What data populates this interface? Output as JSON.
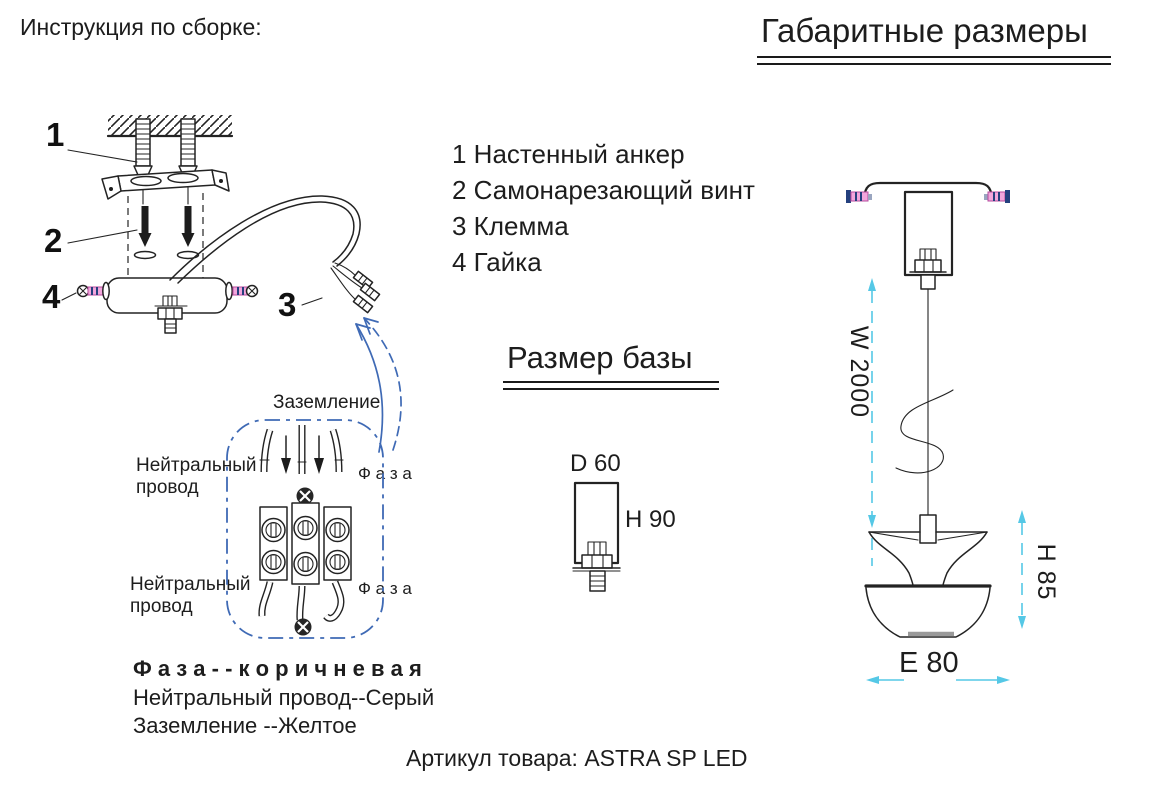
{
  "page": {
    "instruction_title": "Инструкция по сборке:",
    "dimensions_title": "Габаритные размеры",
    "article_text": "Артикул товара: ASTRA SP LED"
  },
  "assembly": {
    "callout_1": "1",
    "callout_2": "2",
    "callout_3": "3",
    "callout_4": "4"
  },
  "parts_list": {
    "items": [
      "1 Настенный анкер",
      "2 Самонарезающий винт",
      "3 Клемма",
      "4 Гайка"
    ]
  },
  "wiring": {
    "ground_label": "Заземление",
    "neutral_top": "Нейтральный провод",
    "phase_top": "Ф а з а",
    "neutral_bottom": "Нейтральный провод",
    "phase_bottom": "Ф а з а",
    "legend_phase": "Ф а з а - - к о р и ч н е в а я",
    "legend_neutral": "Нейтральный провод--Серый",
    "legend_ground": "Заземление --Желтое"
  },
  "base_size": {
    "title": "Размер базы",
    "diameter_label": "D 60",
    "height_label": "H 90"
  },
  "overall_dims": {
    "wire_label": "W 2000",
    "height_label": "H 85",
    "width_label": "E 80"
  },
  "colors": {
    "line": "#232323",
    "dimension_cyan": "#55c8e6",
    "wiring_blue": "#3f6ab5",
    "screw_pink": "#f2a6dc",
    "screw_dark_blue": "#24407e"
  }
}
